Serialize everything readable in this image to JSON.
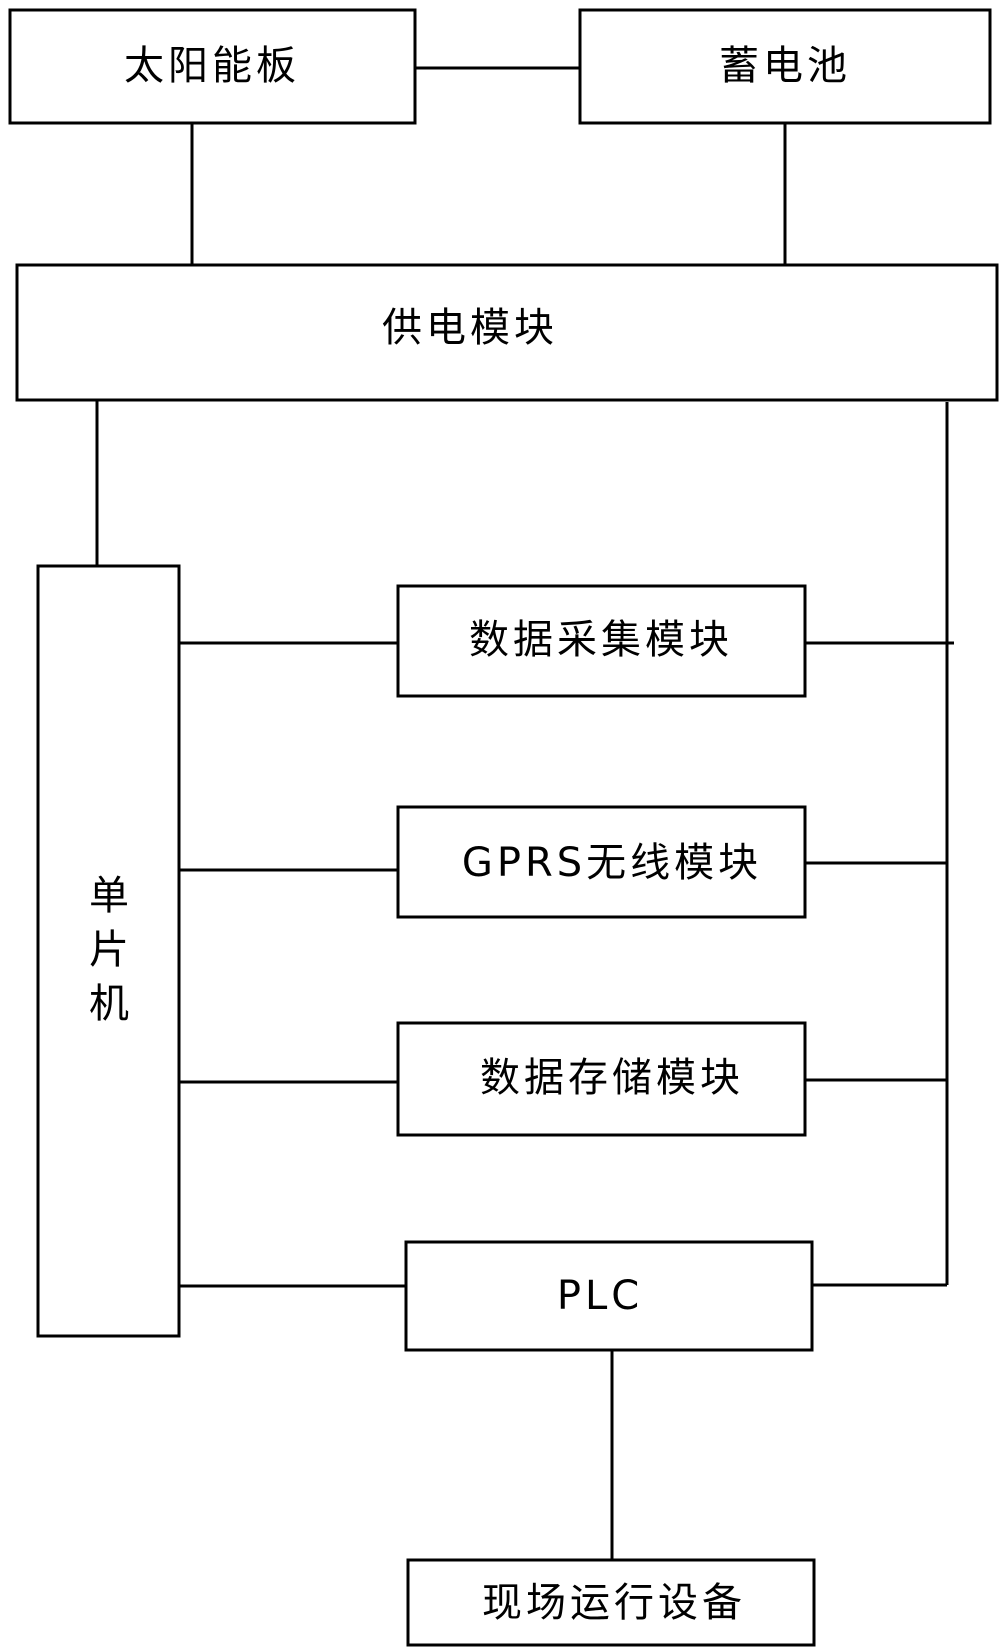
{
  "nodes": {
    "solar_panel": "太阳能板",
    "battery": "蓄电池",
    "power_module": "供电模块",
    "mcu": "单片机",
    "data_acquisition": "数据采集模块",
    "gprs": "GPRS无线模块",
    "data_storage": "数据存储模块",
    "plc": "PLC",
    "field_equipment": "现场运行设备"
  },
  "colors": {
    "line": "#000000",
    "background": "#ffffff"
  }
}
